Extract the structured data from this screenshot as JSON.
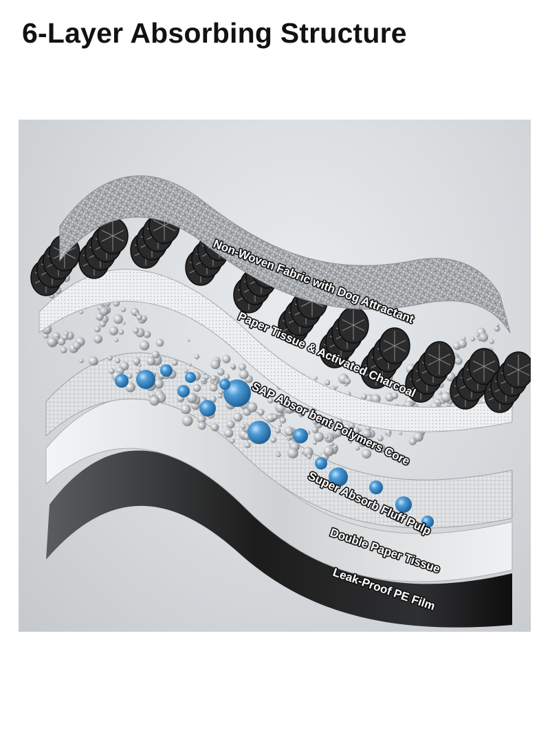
{
  "title": "6-Layer Absorbing Structure",
  "layers": [
    {
      "label": "Non-Woven Fabric with Dog Attractant",
      "color": "#b9bcbf"
    },
    {
      "label": "Paper Tissue & Activated Charcoal",
      "color": "#1a1a1a"
    },
    {
      "label": "SAP Absor bent Polymers Core",
      "color": "#4a90c9"
    },
    {
      "label": "Super Absorb Fluff Pulp",
      "color": "#e6e8ea"
    },
    {
      "label": "Double Paper Tissue",
      "color": "#cfd2d4"
    },
    {
      "label": "Leak-Proof PE Film",
      "color": "#2a2a2a"
    }
  ]
}
